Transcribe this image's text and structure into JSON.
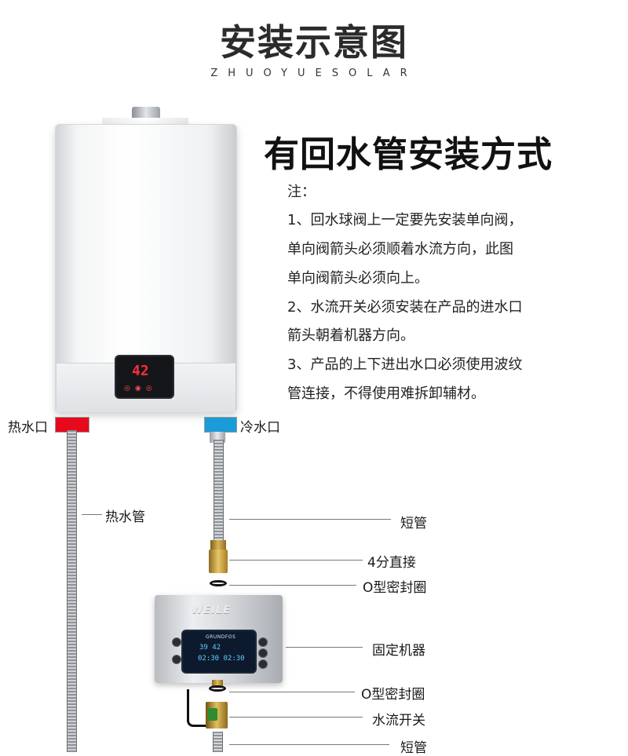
{
  "header": {
    "title": "安装示意图",
    "subtitle": "ZHUOYUESOLAR"
  },
  "section_title": "有回水管安装方式",
  "notes": {
    "heading": "注：",
    "lines": [
      "1、回水球阀上一定要先安装单向阀，",
      "单向阀箭头必须顺着水流方向，此图",
      "单向阀箭头必须向上。",
      "2、水流开关必须安装在产品的进水口",
      "箭头朝着机器方向。",
      "3、产品的上下进出水口必须使用波纹",
      "管连接，不得使用难拆卸辅材。"
    ]
  },
  "heater": {
    "display_value": "42",
    "port_labels": {
      "hot": "热水口",
      "cold": "冷水口"
    }
  },
  "pump": {
    "logo": "WEILE",
    "screen_brand": "GRUNDFOS",
    "screen_row1": "39 42",
    "screen_row2": "02:30 02:30"
  },
  "part_labels": {
    "hot_pipe": "热水管",
    "short_pipe_top": "短管",
    "straight_connector": "4分直接",
    "o_ring_top": "O型密封圈",
    "fixed_machine": "固定机器",
    "o_ring_bottom": "O型密封圈",
    "flow_switch": "水流开关",
    "short_pipe_bottom": "短管"
  },
  "colors": {
    "hot_port": "#e60a1c",
    "cold_port": "#1b9bd7",
    "display_red": "#ff2d3a"
  }
}
